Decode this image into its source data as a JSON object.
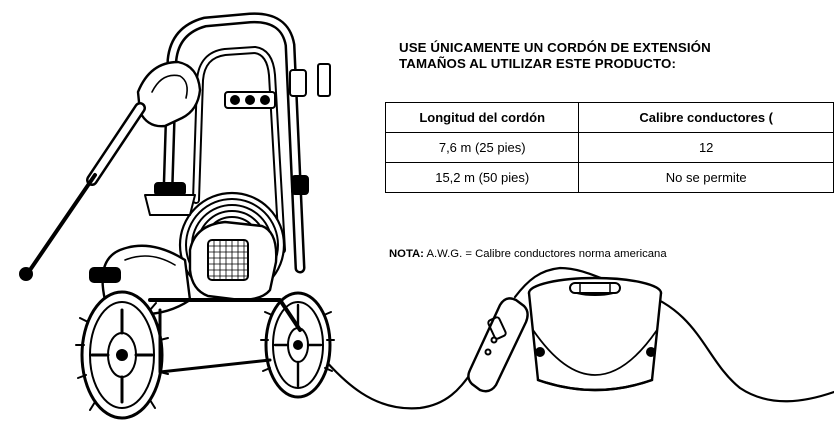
{
  "heading": {
    "line1": "USE ÚNICAMENTE UN CORDÓN DE EXTENSIÓN",
    "line2": "TAMAÑOS AL UTILIZAR ESTE PRODUCTO:"
  },
  "table": {
    "headers": [
      "Longitud del cordón",
      "Calibre conductores ("
    ],
    "rows": [
      [
        "7,6 m (25 pies)",
        "12"
      ],
      [
        "15,2 m (50 pies)",
        "No se permite"
      ]
    ]
  },
  "note": {
    "label": "NOTA:",
    "text": "A.W.G. = Calibre conductores norma americana"
  },
  "illustration": {
    "icons": [
      "pressure-washer-icon",
      "gfci-plug-icon",
      "bucket-icon"
    ],
    "colors": {
      "stroke": "#000000",
      "fill": "#ffffff"
    }
  }
}
